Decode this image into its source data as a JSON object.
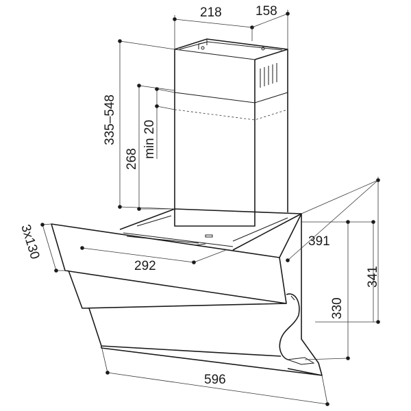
{
  "dimensions": {
    "chimney_width": "218",
    "chimney_depth": "158",
    "chimney_height_range": "335–548",
    "lower_chimney_height": "268",
    "overlap_min": "min 20",
    "panel_count": "3x130",
    "inner_width": "292",
    "hood_depth": "391",
    "hood_height_front": "330",
    "hood_height_total": "341",
    "hood_width": "596"
  }
}
